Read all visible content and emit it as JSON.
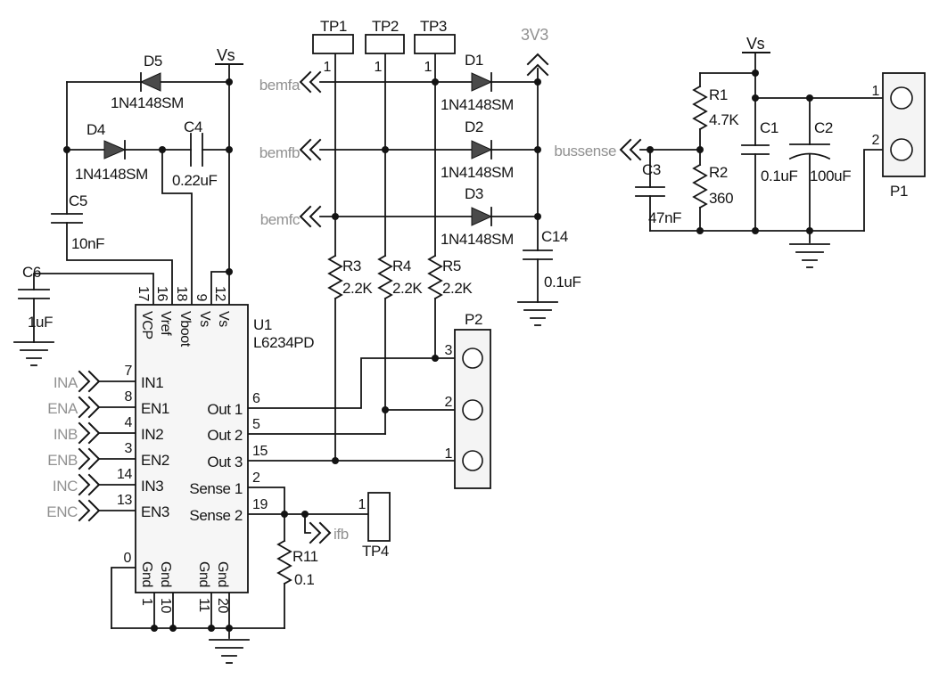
{
  "power": {
    "vs_left": "Vs",
    "vs_right": "Vs",
    "v33": "3V3"
  },
  "signals": {
    "ina": "INA",
    "ena": "ENA",
    "inb": "INB",
    "enb": "ENB",
    "inc": "INC",
    "enc": "ENC",
    "bemfa": "bemfa",
    "bemfb": "bemfb",
    "bemfc": "bemfc",
    "ifb": "ifb",
    "bussense": "bussense"
  },
  "ic": {
    "ref": "U1",
    "part": "L6234PD",
    "pad_pin": "0",
    "top_pins": [
      {
        "num": "17",
        "name": "VCP"
      },
      {
        "num": "16",
        "name": "Vref"
      },
      {
        "num": "18",
        "name": "Vboot"
      },
      {
        "num": "9",
        "name": "Vs"
      },
      {
        "num": "12",
        "name": "Vs"
      }
    ],
    "left_pins": [
      {
        "num": "7",
        "name": "IN1"
      },
      {
        "num": "8",
        "name": "EN1"
      },
      {
        "num": "4",
        "name": "IN2"
      },
      {
        "num": "3",
        "name": "EN2"
      },
      {
        "num": "14",
        "name": "IN3"
      },
      {
        "num": "13",
        "name": "EN3"
      }
    ],
    "right_pins": [
      {
        "num": "6",
        "name": "Out 1"
      },
      {
        "num": "5",
        "name": "Out 2"
      },
      {
        "num": "15",
        "name": "Out 3"
      },
      {
        "num": "2",
        "name": "Sense 1"
      },
      {
        "num": "19",
        "name": "Sense 2"
      }
    ],
    "bottom_pins": [
      {
        "num": "1",
        "name": "Gnd"
      },
      {
        "num": "10",
        "name": "Gnd"
      },
      {
        "num": "11",
        "name": "Gnd"
      },
      {
        "num": "20",
        "name": "Gnd"
      }
    ]
  },
  "diodes": {
    "d1": {
      "ref": "D1",
      "part": "1N4148SM"
    },
    "d2": {
      "ref": "D2",
      "part": "1N4148SM"
    },
    "d3": {
      "ref": "D3",
      "part": "1N4148SM"
    },
    "d4": {
      "ref": "D4",
      "part": "1N4148SM"
    },
    "d5": {
      "ref": "D5",
      "part": "1N4148SM"
    }
  },
  "capacitors": {
    "c1": {
      "ref": "C1",
      "value": "0.1uF"
    },
    "c2": {
      "ref": "C2",
      "value": "100uF"
    },
    "c3": {
      "ref": "C3",
      "value": "47nF"
    },
    "c4": {
      "ref": "C4",
      "value": "0.22uF"
    },
    "c5": {
      "ref": "C5",
      "value": "10nF"
    },
    "c6": {
      "ref": "C6",
      "value": "1uF"
    },
    "c14": {
      "ref": "C14",
      "value": "0.1uF"
    }
  },
  "resistors": {
    "r1": {
      "ref": "R1",
      "value": "4.7K"
    },
    "r2": {
      "ref": "R2",
      "value": "360"
    },
    "r3": {
      "ref": "R3",
      "value": "2.2K"
    },
    "r4": {
      "ref": "R4",
      "value": "2.2K"
    },
    "r5": {
      "ref": "R5",
      "value": "2.2K"
    },
    "r11": {
      "ref": "R11",
      "value": "0.1"
    }
  },
  "testpoints": {
    "tp1": {
      "ref": "TP1",
      "pin": "1"
    },
    "tp2": {
      "ref": "TP2",
      "pin": "1"
    },
    "tp3": {
      "ref": "TP3",
      "pin": "1"
    },
    "tp4": {
      "ref": "TP4",
      "pin": "1"
    }
  },
  "connectors": {
    "p1": {
      "ref": "P1",
      "pin1": "1",
      "pin2": "2"
    },
    "p2": {
      "ref": "P2",
      "pin1": "1",
      "pin2": "2",
      "pin3": "3"
    }
  },
  "colors": {
    "wire": "#141414",
    "signal_label": "#919191",
    "connector_fill": "#f4f4f4",
    "background": "#ffffff"
  }
}
